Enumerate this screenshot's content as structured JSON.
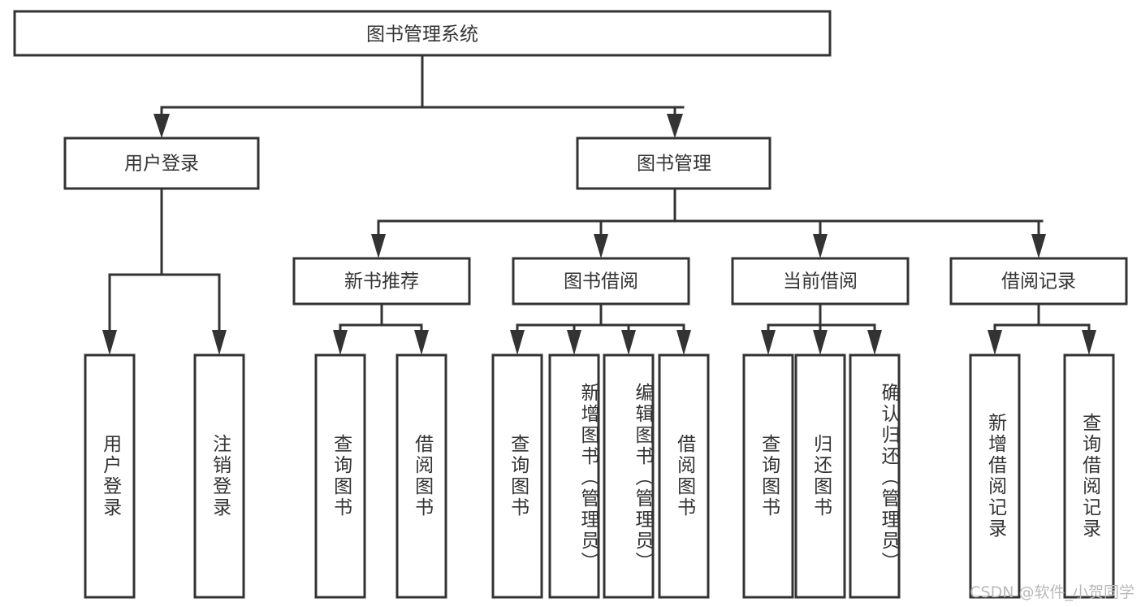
{
  "diagram": {
    "type": "tree-hierarchy-chart",
    "title": "图书管理系统",
    "orientation": "top-down",
    "colors": {
      "box_fill": "#ffffff",
      "box_stroke": "#333333",
      "text": "#333333",
      "background": "#ffffff",
      "watermark": "#b9b9b9"
    },
    "levels": {
      "root": {
        "label": "图书管理系统"
      },
      "level2": [
        {
          "label": "用户登录"
        },
        {
          "label": "图书管理"
        }
      ],
      "level3": [
        {
          "label": "新书推荐"
        },
        {
          "label": "图书借阅"
        },
        {
          "label": "当前借阅"
        },
        {
          "label": "借阅记录"
        }
      ]
    },
    "groups": [
      {
        "parent": "用户登录",
        "leaves": [
          {
            "label": "用户登录"
          },
          {
            "label": "注销登录"
          }
        ]
      },
      {
        "parent": "新书推荐",
        "leaves": [
          {
            "label": "查询图书"
          },
          {
            "label": "借阅图书"
          }
        ]
      },
      {
        "parent": "图书借阅",
        "leaves": [
          {
            "label": "查询图书"
          },
          {
            "label": "新增图书（管理员）"
          },
          {
            "label": "编辑图书（管理员）"
          },
          {
            "label": "借阅图书"
          }
        ]
      },
      {
        "parent": "当前借阅",
        "leaves": [
          {
            "label": "查询图书"
          },
          {
            "label": "归还图书"
          },
          {
            "label": "确认归还（管理员）"
          }
        ]
      },
      {
        "parent": "借阅记录",
        "leaves": [
          {
            "label": "新增借阅记录"
          },
          {
            "label": "查询借阅记录"
          }
        ]
      }
    ]
  },
  "watermark": {
    "text": "CSDN @软件_小贺同学"
  }
}
